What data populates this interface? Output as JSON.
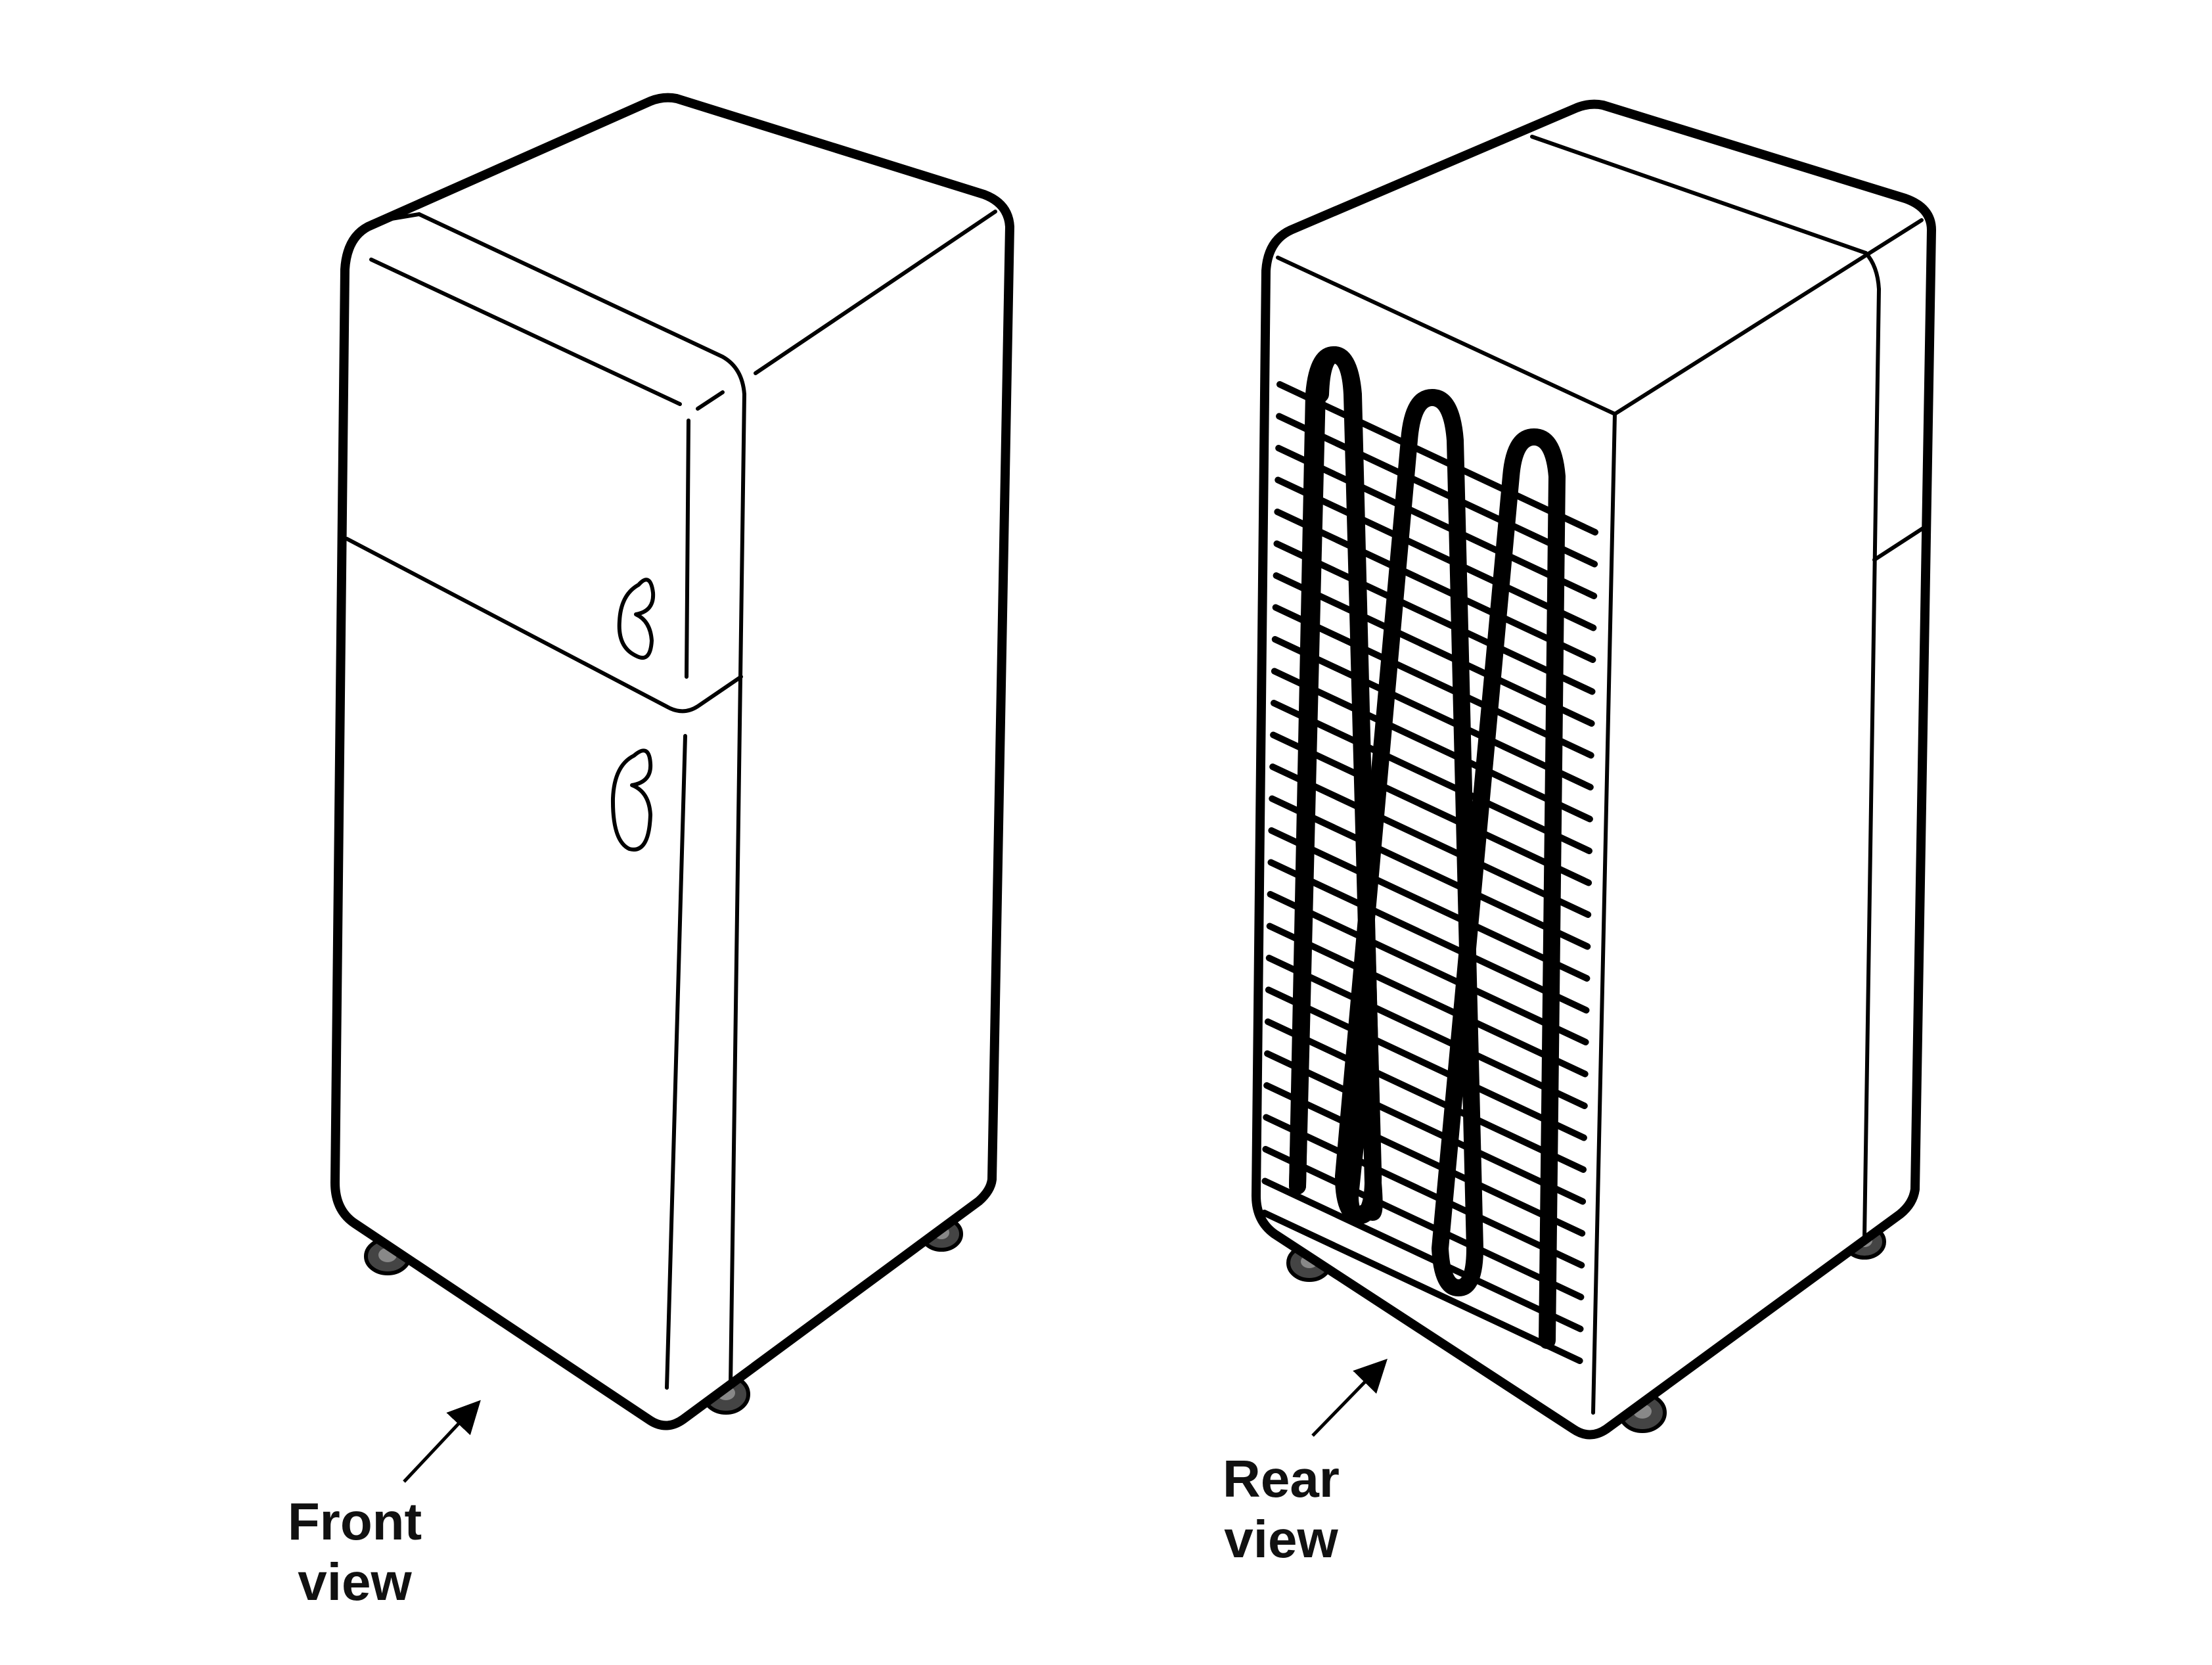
{
  "labels": {
    "front": {
      "line1": "Front",
      "line2": "view"
    },
    "rear": {
      "line1": "Rear",
      "line2": "view"
    }
  },
  "colors": {
    "stroke": "#000000",
    "fill": "#ffffff",
    "wheel": "#333333",
    "text": "#111111"
  },
  "icons": {
    "front": "refrigerator-front-icon",
    "rear": "refrigerator-rear-icon",
    "arrow": "pointer-arrow-icon"
  }
}
